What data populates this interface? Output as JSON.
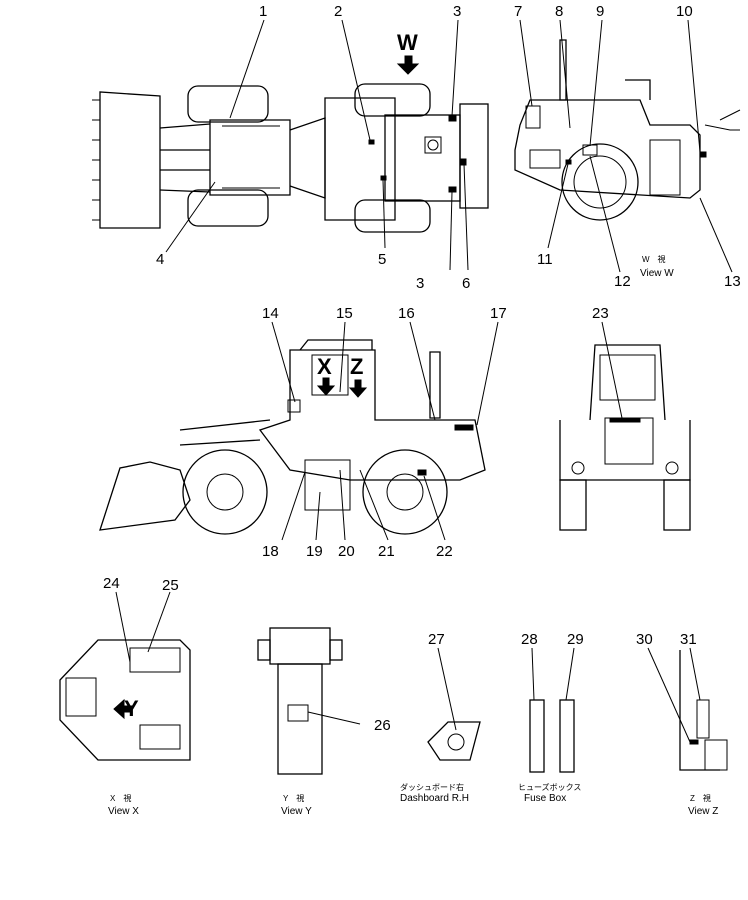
{
  "callouts": [
    "1",
    "2",
    "3",
    "3",
    "4",
    "5",
    "6",
    "7",
    "8",
    "9",
    "10",
    "11",
    "12",
    "13",
    "14",
    "15",
    "16",
    "17",
    "18",
    "19",
    "20",
    "21",
    "22",
    "23",
    "24",
    "25",
    "26",
    "27",
    "28",
    "29",
    "30",
    "31"
  ],
  "arrows": {
    "w": "W",
    "x": "X",
    "z": "Z",
    "y": "Y"
  },
  "views": {
    "view_w_jp": "W　視",
    "view_w": "View W",
    "view_x_jp": "X　視",
    "view_x": "View X",
    "view_y_jp": "Y　視",
    "view_y": "View Y",
    "dashboard_jp": "ダッシュボード右",
    "dashboard": "Dashboard R.H",
    "fusebox_jp": "ヒューズボックス",
    "fusebox": "Fuse Box",
    "view_z_jp": "Z　視",
    "view_z": "View Z"
  }
}
